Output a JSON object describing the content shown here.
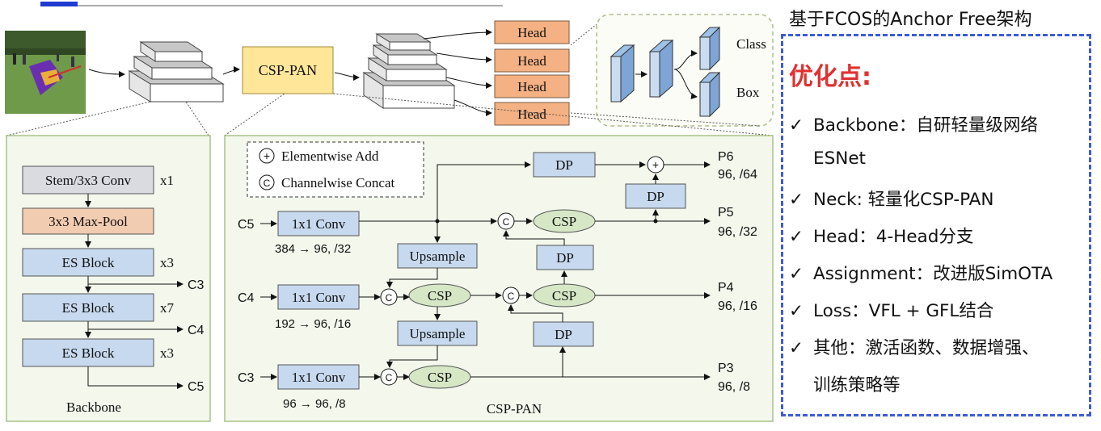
{
  "top_flow": {
    "neck_label": "CSP-PAN",
    "heads": [
      "Head",
      "Head",
      "Head",
      "Head"
    ],
    "class_label": "Class",
    "box_label": "Box"
  },
  "backbone": {
    "caption": "Backbone",
    "blocks": [
      {
        "label": "Stem/3x3 Conv",
        "repeat": "x1"
      },
      {
        "label": "3x3 Max-Pool",
        "repeat": ""
      },
      {
        "label": "ES Block",
        "repeat": "x3"
      },
      {
        "label": "ES Block",
        "repeat": "x7"
      },
      {
        "label": "ES Block",
        "repeat": "x3"
      }
    ],
    "outputs": [
      "C3",
      "C4",
      "C5"
    ]
  },
  "csp_pan": {
    "caption": "CSP-PAN",
    "legend": {
      "add_symbol": "+",
      "add": "Elementwise Add",
      "concat_symbol": "C",
      "concat": "Channelwise Concat"
    },
    "inputs": [
      "C5",
      "C4",
      "C3"
    ],
    "conv_label": "1x1 Conv",
    "conv_dims": [
      "384 → 96, /32",
      "192 → 96, /16",
      "96 → 96, /8"
    ],
    "upsample_label": "Upsample",
    "csp_label": "CSP",
    "dp_label": "DP",
    "outputs": [
      {
        "name": "P6",
        "dims": "96, /64"
      },
      {
        "name": "P5",
        "dims": "96, /32"
      },
      {
        "name": "P4",
        "dims": "96, /16"
      },
      {
        "name": "P3",
        "dims": "96, /8"
      }
    ]
  },
  "panel": {
    "title": "基于FCOS的Anchor Free架构",
    "heading": "优化点:",
    "check": "✓",
    "items": [
      "Backbone：自研轻量级网络",
      "ESNet",
      "Neck: 轻量化CSP-PAN",
      "Head：4-Head分支",
      "Assignment：改进版SimOTA",
      "Loss：VFL + GFL结合",
      "其他：激活函数、数据增强、",
      "训练策略等"
    ]
  },
  "colors": {
    "gray_block": "#d9dbe1",
    "maxpool": "#f2ccb1",
    "conv_blue": "#c7d9ee",
    "csp_green": "#d6e7c6",
    "neck_yellow": "#ffe699",
    "head_orange": "#f4b183",
    "panel_border": "#3b5bdb",
    "heading_red": "#e03131",
    "frame_green": "#a9c08b"
  }
}
